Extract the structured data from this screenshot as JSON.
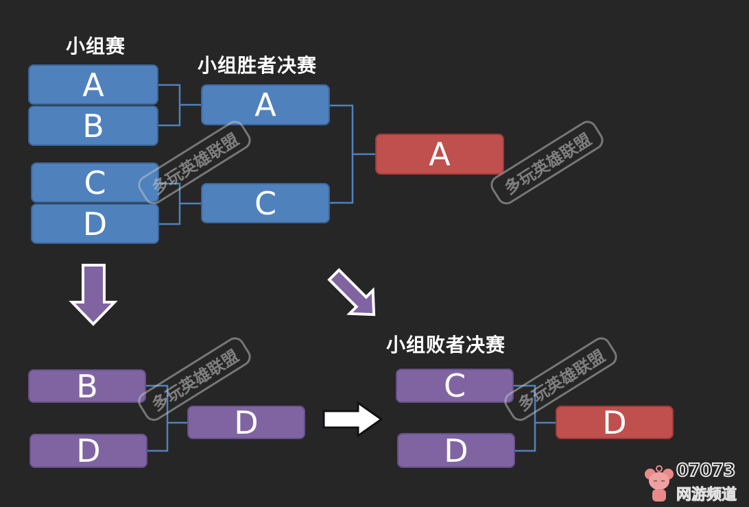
{
  "titles": {
    "group_stage": "小组赛",
    "winners_final": "小组胜者决赛",
    "losers_final": "小组败者决赛"
  },
  "group_stage": [
    "A",
    "B",
    "C",
    "D"
  ],
  "winners_bracket": {
    "semis": [
      "A",
      "C"
    ],
    "winner": "A"
  },
  "drop_bracket": {
    "entrants": [
      "B",
      "D"
    ],
    "winner": "D"
  },
  "losers_final": {
    "entrants": [
      "C",
      "D"
    ],
    "winner": "D"
  },
  "colors": {
    "background": "#262626",
    "group_box": "#4f81bd",
    "loser_box": "#8064a2",
    "winner_box": "#c0504d",
    "connector": "#4f81bd",
    "arrow_fill": "#8064a2",
    "arrow_white": "#ffffff"
  },
  "watermark": "多玩英雄联盟",
  "logo": {
    "number": "07073",
    "text": "网游频道"
  }
}
